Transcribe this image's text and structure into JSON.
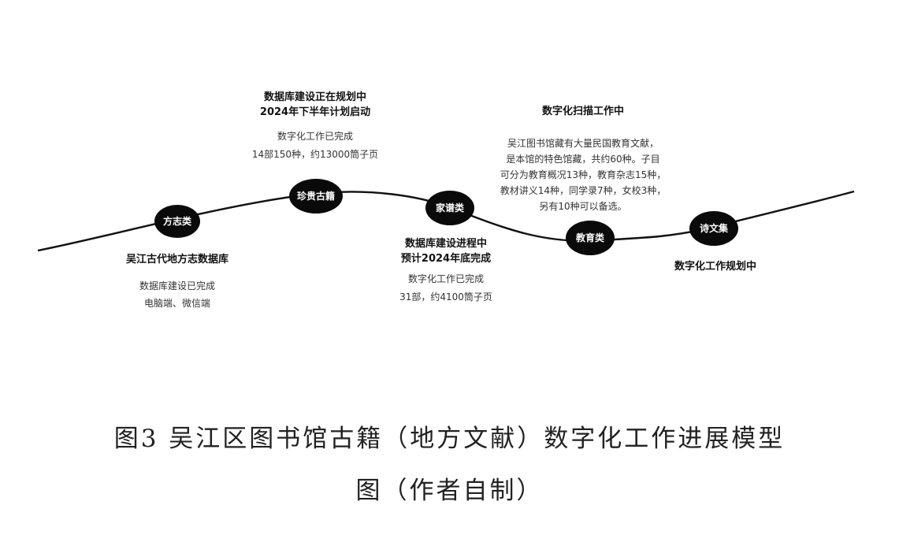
{
  "nodes": [
    {
      "label": "方志类"
    },
    {
      "label": "珍贵古籍"
    },
    {
      "label": "家谱类"
    },
    {
      "label": "教育类"
    },
    {
      "label": "诗文集"
    }
  ],
  "notes": {
    "fangzhi": {
      "heading": "吴江古代地方志数据库",
      "lines": [
        "数据库建设已完成",
        "电脑端、微信端"
      ]
    },
    "guji": {
      "heading": [
        "数据库建设正在规划中",
        "2024年下半年计划启动"
      ],
      "lines": [
        "数字化工作已完成",
        "14部150种，约13000筒子页"
      ]
    },
    "jiapu": {
      "heading": [
        "数据库建设进程中",
        "预计2024年底完成"
      ],
      "lines": [
        "数字化工作已完成",
        "31部，约4100筒子页"
      ]
    },
    "jiaoyu": {
      "heading": "数字化扫描工作中",
      "lines": [
        "吴江图书馆藏有大量民国教育文献，",
        "是本馆的特色馆藏，共约60种。子目",
        "可分为教育概况13种，教育杂志15种，",
        "教材讲义14种，同学录7种，女校3种，",
        "另有10种可以备选。"
      ]
    },
    "shiwen": {
      "heading": "数字化工作规划中"
    }
  },
  "caption": [
    "图3 吴江区图书馆古籍（地方文献）数字化工作进展模型",
    "图（作者自制）"
  ],
  "colors": {
    "line": "#111111",
    "node_fill": "#0a0a0a",
    "node_text": "#ffffff"
  }
}
